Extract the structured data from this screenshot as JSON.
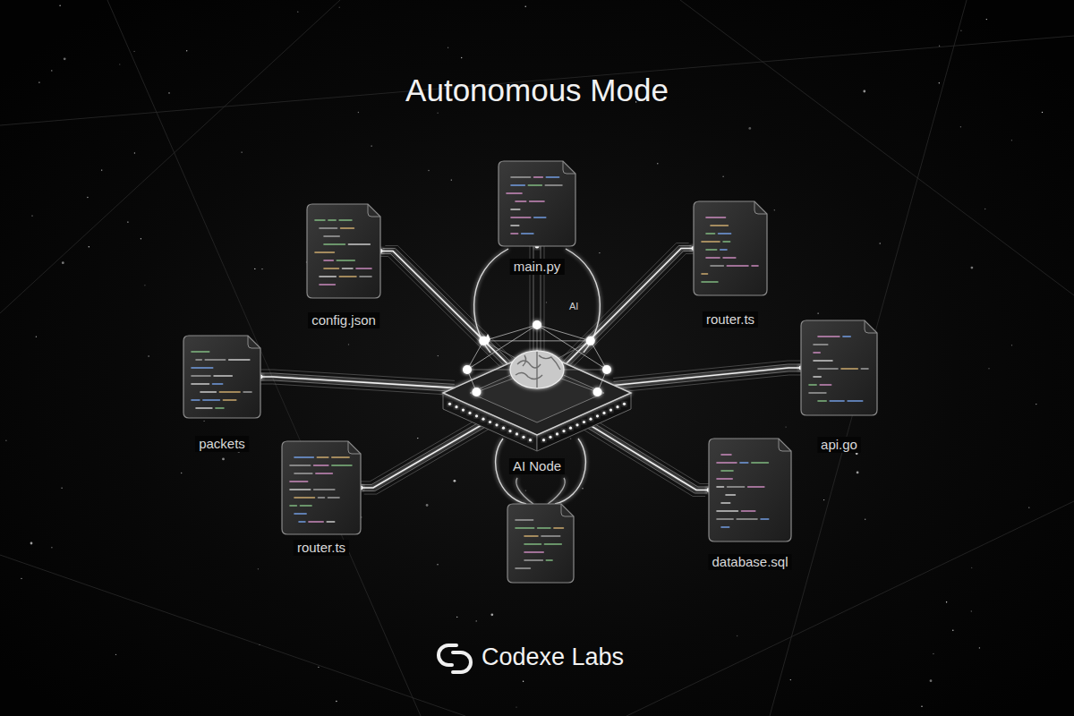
{
  "diagram": {
    "title": "Autonomous Mode",
    "nodes": [
      {
        "text": [
          "main.py"
        ]
      },
      {
        "text": [
          "config.json"
        ]
      },
      {
        "text": [
          "router.ts"
        ]
      },
      {
        "text": [
          "packets"
        ]
      },
      {
        "text": [
          "AI Node"
        ]
      },
      {
        "text": [
          "api.go"
        ]
      },
      {
        "text": [
          "router.ts"
        ]
      },
      {
        "text": [
          "database.sql"
        ]
      }
    ],
    "edges": [
      {
        "from": 0,
        "to": 4,
        "arrow": "none"
      },
      {
        "from": 1,
        "to": 4,
        "arrow": "none"
      },
      {
        "from": 2,
        "to": 4,
        "arrow": "none"
      },
      {
        "from": 3,
        "to": 4,
        "arrow": "none"
      },
      {
        "from": 5,
        "to": 4,
        "arrow": "none"
      },
      {
        "from": 6,
        "to": 4,
        "arrow": "none"
      },
      {
        "from": 7,
        "to": 4,
        "arrow": "none"
      }
    ],
    "labels": [
      "AI",
      "Codexe Labs"
    ]
  }
}
